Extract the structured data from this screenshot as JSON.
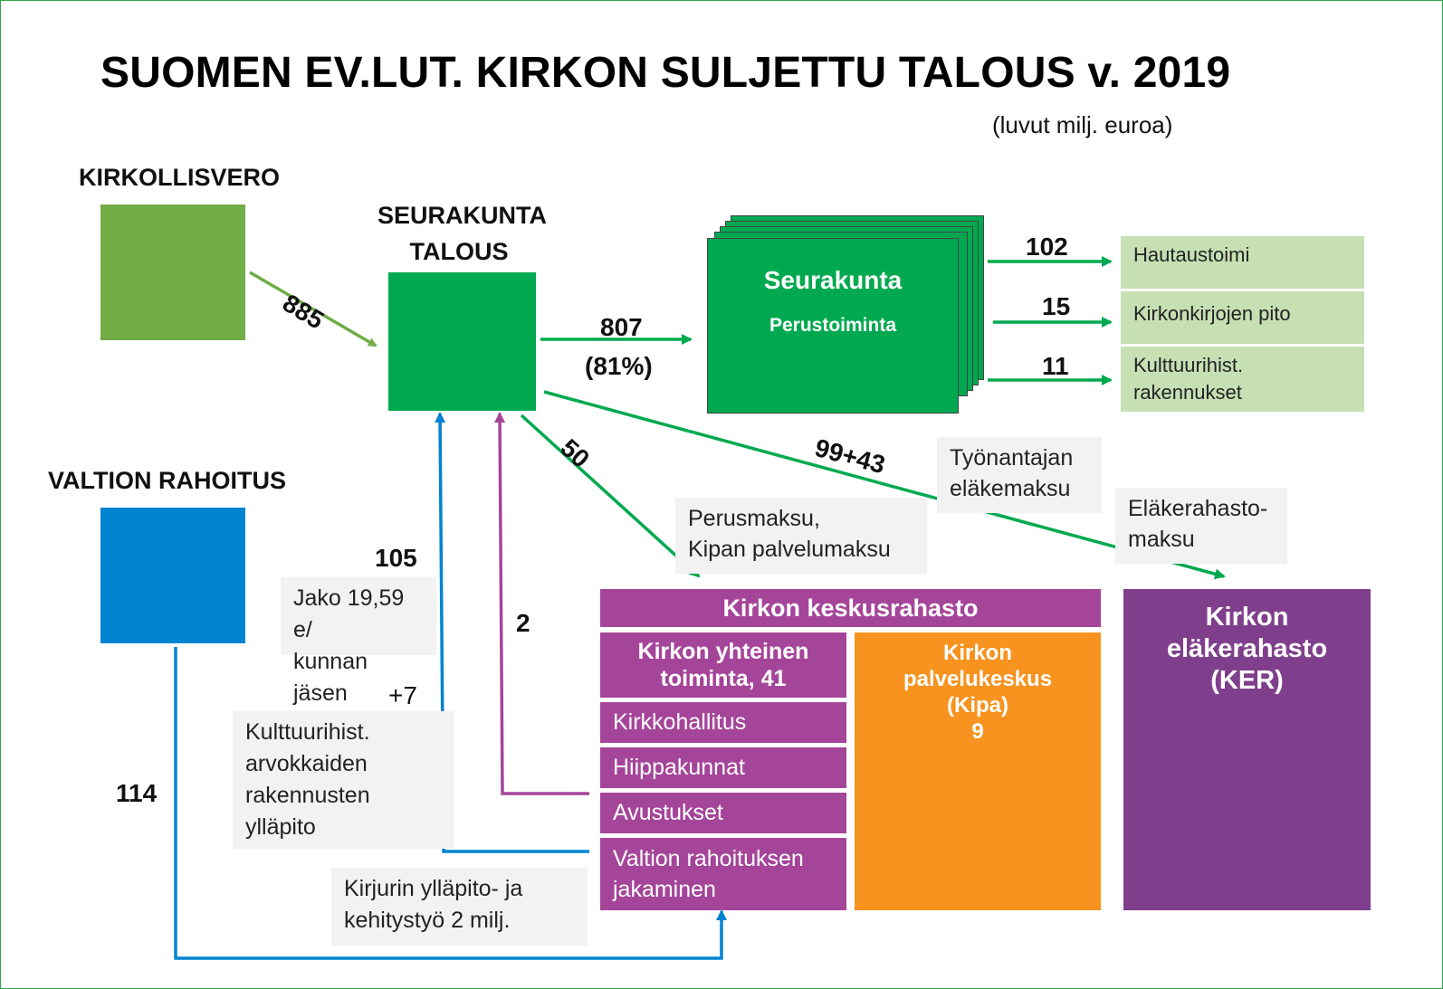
{
  "title": "SUOMEN EV.LUT. KIRKON SULJETTU TALOUS v. 2019",
  "subtitle": "(luvut milj. euroa)",
  "colors": {
    "tax_green": "#70ad47",
    "parish_green": "#00a94f",
    "light_green": "#c6e0b4",
    "state_blue": "#0084d1",
    "fund_magenta": "#a5459a",
    "pension_purple": "#803f8c",
    "kipa_orange": "#f7931e",
    "label_gray": "#f2f2f2"
  },
  "sources": {
    "tax_label": "KIRKOLLISVERO",
    "state_label": "VALTION RAHOITUS"
  },
  "parish": {
    "label_line1": "SEURAKUNTA",
    "label_line2": "TALOUS"
  },
  "operations": {
    "title": "Seurakunta",
    "subtitle": "Perustoiminta"
  },
  "services": [
    {
      "amount": "102",
      "label": "Hautaustoimi"
    },
    {
      "amount": "15",
      "label": "Kirkonkirjojen pito"
    },
    {
      "amount": "11",
      "label_line1": "Kulttuurihist.",
      "label_line2": "rakennukset"
    }
  ],
  "flows": {
    "tax_to_parish": "885",
    "parish_to_ops": "807",
    "parish_to_ops_share": "(81%)",
    "parish_to_fund": "50",
    "parish_to_pension": "99+43",
    "state_to_parish": "105",
    "fund_grants_to_parish": "2",
    "heritage_extra": "+7",
    "state_total": "114"
  },
  "labels": {
    "employer_pension_line1": "Työnantajan",
    "employer_pension_line2": "eläkemaksu",
    "pension_fund_fee_line1": "Eläkerahasto-",
    "pension_fund_fee_line2": "maksu",
    "base_fee_line1": "Perusmaksu,",
    "base_fee_line2": "Kipan palvelumaksu",
    "distribution_line1": "Jako 19,59 e/",
    "distribution_line2": "kunnan jäsen",
    "heritage_line1": "Kulttuurihist.",
    "heritage_line2": "arvokkaiden",
    "heritage_line3": "rakennusten",
    "heritage_line4": "ylläpito",
    "registry_line1": "Kirjurin ylläpito- ja",
    "registry_line2": "kehitystyö 2 milj."
  },
  "central_fund": {
    "title": "Kirkon keskusrahasto",
    "joint_line1": "Kirkon yhteinen",
    "joint_line2": "toiminta, 41",
    "rows": [
      "Kirkkohallitus",
      "Hiippakunnat",
      "Avustukset"
    ],
    "state_row_line1": "Valtion rahoituksen",
    "state_row_line2": "jakaminen",
    "kipa_line1": "Kirkon",
    "kipa_line2": "palvelukeskus",
    "kipa_line3": "(Kipa)",
    "kipa_line4": "9"
  },
  "pension_fund": {
    "line1": "Kirkon",
    "line2": "eläkerahasto",
    "line3": "(KER)"
  }
}
